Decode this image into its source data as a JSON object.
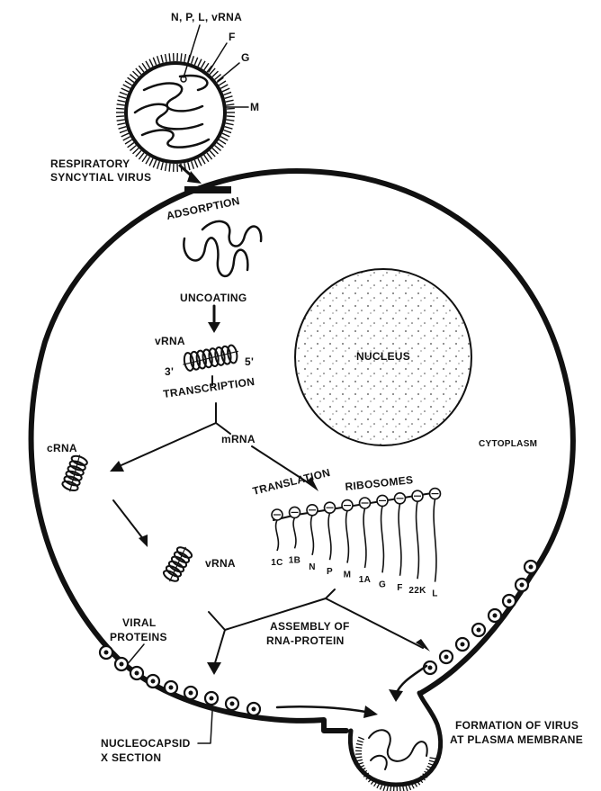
{
  "virion": {
    "components_label": "N, P, L, vRNA",
    "f_label": "F",
    "g_label": "G",
    "m_label": "M",
    "virus_name": [
      "RESPIRATORY",
      "SYNCYTIAL VIRUS"
    ]
  },
  "steps": {
    "adsorption": "ADSORPTION",
    "uncoating": "UNCOATING",
    "vrna_top": "vRNA",
    "three_prime": "3'",
    "five_prime": "5'",
    "transcription": "TRANSCRIPTION",
    "crna": "cRNA",
    "mrna": "mRNA",
    "translation": "TRANSLATION",
    "vrna_bottom": "vRNA",
    "viral_proteins": [
      "VIRAL",
      "PROTEINS"
    ],
    "assembly": [
      "ASSEMBLY OF",
      "RNA-PROTEIN"
    ]
  },
  "cell": {
    "nucleus": "NUCLEUS",
    "cytoplasm": "CYTOPLASM",
    "ribosomes": "RIBOSOMES",
    "nucleocapsid": [
      "NUCLEOCAPSID",
      "X SECTION"
    ],
    "formation": [
      "FORMATION OF VIRUS",
      "AT PLASMA MEMBRANE"
    ]
  },
  "genes": [
    "1C",
    "1B",
    "N",
    "P",
    "M",
    "1A",
    "G",
    "F",
    "22K",
    "L"
  ],
  "colors": {
    "ink": "#111111",
    "paper": "#ffffff"
  }
}
